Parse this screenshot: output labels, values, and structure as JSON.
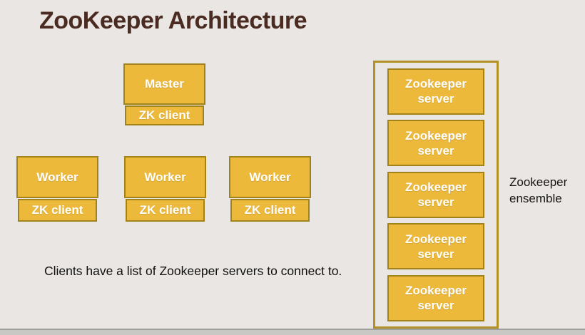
{
  "title": "ZooKeeper Architecture",
  "caption": "Clients have a list of Zookeeper servers to connect to.",
  "nodes": {
    "master": {
      "label": "Master",
      "client": "ZK client"
    },
    "workers": [
      {
        "label": "Worker",
        "client": "ZK client"
      },
      {
        "label": "Worker",
        "client": "ZK client"
      },
      {
        "label": "Worker",
        "client": "ZK client"
      }
    ]
  },
  "ensemble": {
    "label_line1": "Zookeeper",
    "label_line2": "ensemble",
    "servers": [
      {
        "line1": "Zookeeper",
        "line2": "server"
      },
      {
        "line1": "Zookeeper",
        "line2": "server"
      },
      {
        "line1": "Zookeeper",
        "line2": "server"
      },
      {
        "line1": "Zookeeper",
        "line2": "server"
      },
      {
        "line1": "Zookeeper",
        "line2": "server"
      }
    ]
  },
  "colors": {
    "background": "#e9e6e3",
    "box_fill": "#ecb93b",
    "box_border": "#a2831a",
    "ensemble_border": "#b29126",
    "title_text": "#4a2b21",
    "box_text": "#ffffff",
    "body_text": "#101010",
    "bottom_line": "#9e9e9e",
    "bottom_strip": "#c9c8c5"
  }
}
